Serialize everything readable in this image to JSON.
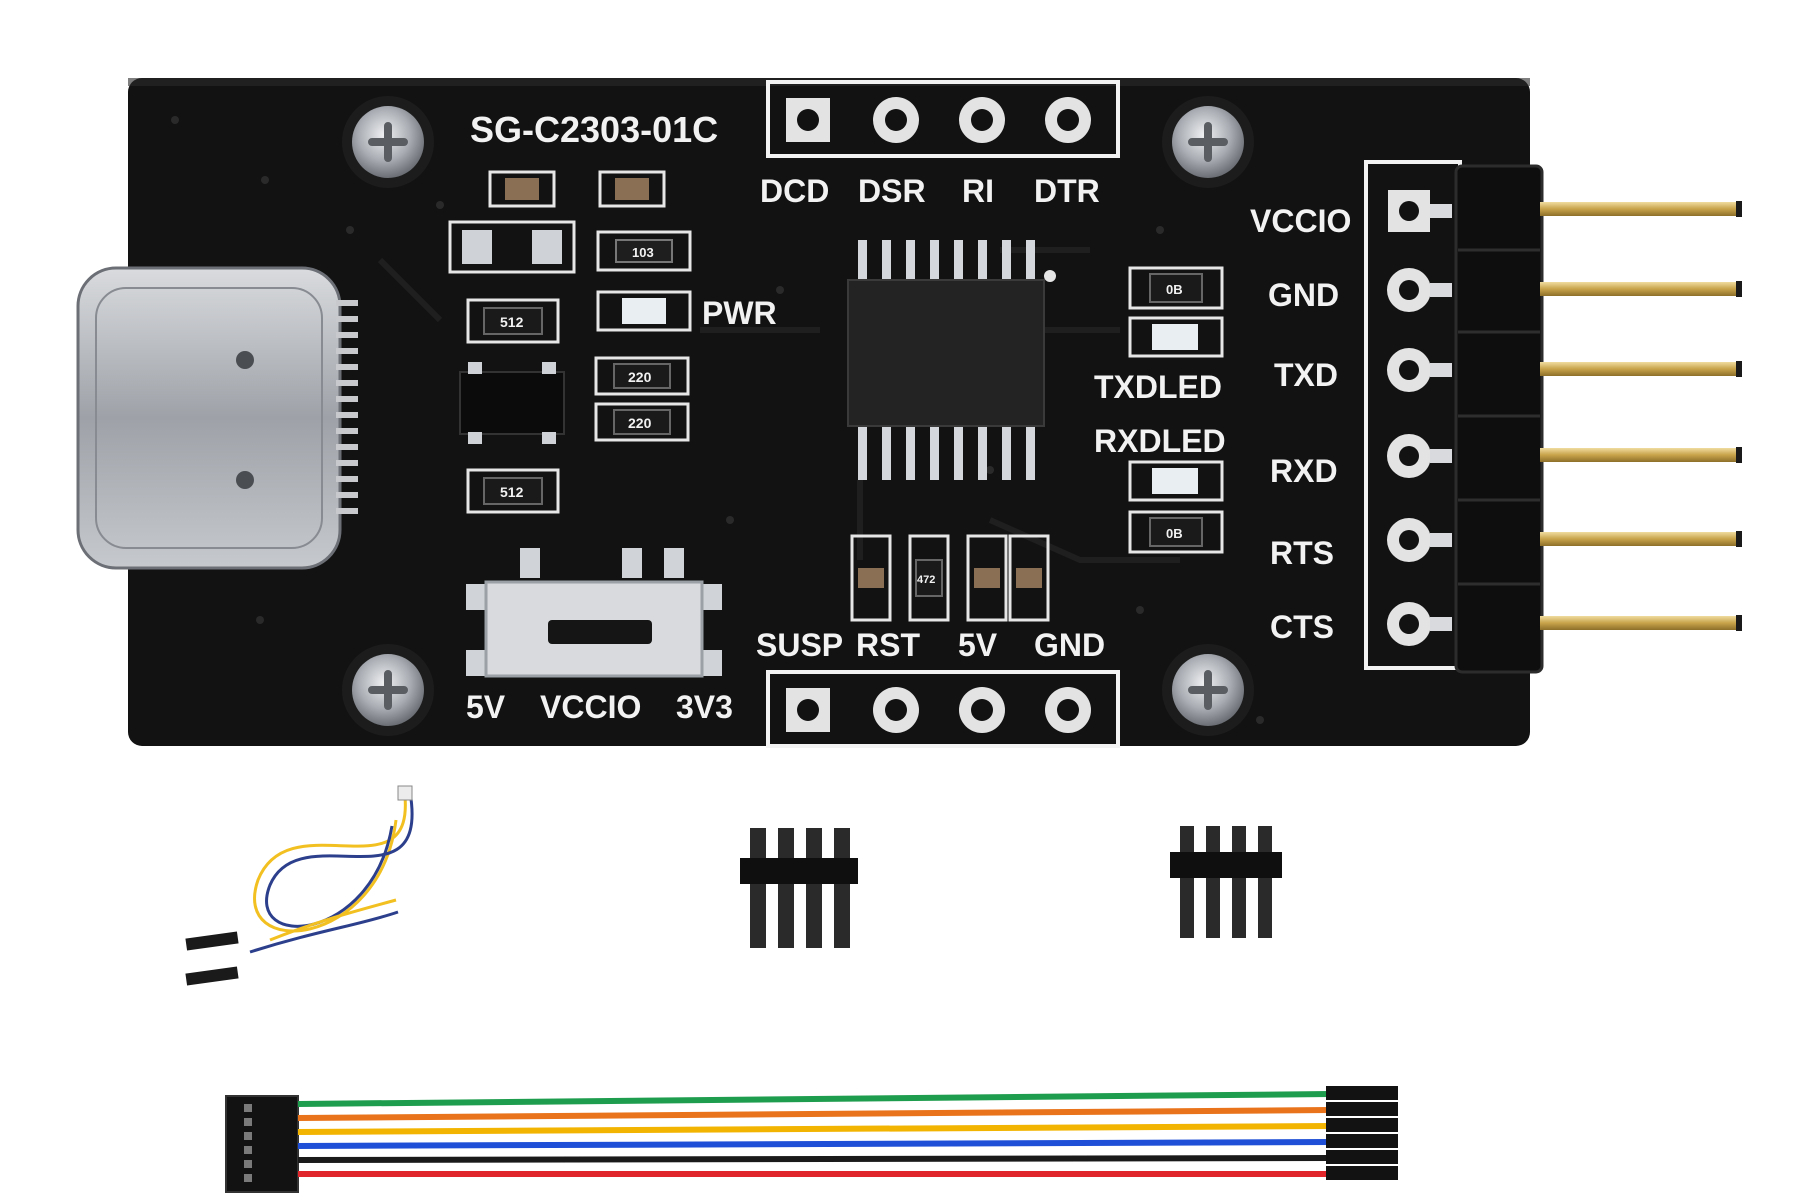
{
  "board": {
    "model": "SG-C2303-01C",
    "top_header_pins": [
      "DCD",
      "DSR",
      "RI",
      "DTR"
    ],
    "bottom_header_pins": [
      "SUSP",
      "RST",
      "5V",
      "GND"
    ],
    "side_header_pins": [
      "VCCIO",
      "GND",
      "TXD",
      "RXD",
      "RTS",
      "CTS"
    ],
    "switch_positions": [
      "5V",
      "VCCIO",
      "3V3"
    ],
    "led_labels": {
      "power": "PWR",
      "tx": "TXDLED",
      "rx": "RXDLED"
    },
    "component_markings": {
      "r1": "512",
      "r2": "512",
      "r3": "220",
      "r4": "220",
      "r5": "472",
      "c1": "103",
      "c2": "0B",
      "c3": "0B"
    },
    "colors": {
      "pcb": "#121212",
      "silkscreen": "#f2f2f2",
      "gold_pin": "#c8a34a",
      "usb_metal": "#b9bcc1"
    }
  },
  "accessories": {
    "wire_colors": [
      "#1f9d4e",
      "#e8731a",
      "#f2b400",
      "#1f4fd6",
      "#1a1a1a",
      "#e0262a"
    ],
    "jumper_pair_colors": [
      "#f2c020",
      "#2c3f8c"
    ]
  }
}
